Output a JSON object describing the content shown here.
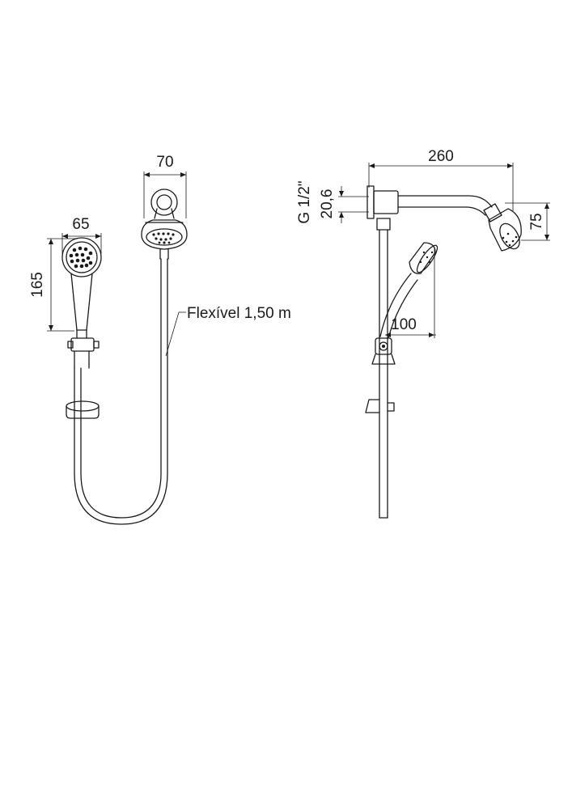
{
  "dimensions": {
    "front": {
      "wall_shower_width": "70",
      "hand_shower_width": "65",
      "hand_shower_height": "165",
      "hose_note": "Flexível 1,50 m"
    },
    "side": {
      "arm_length": "260",
      "thread": "G 1/2\"",
      "thread_offset": "20,6",
      "head_height": "75",
      "hand_projection": "100"
    }
  }
}
